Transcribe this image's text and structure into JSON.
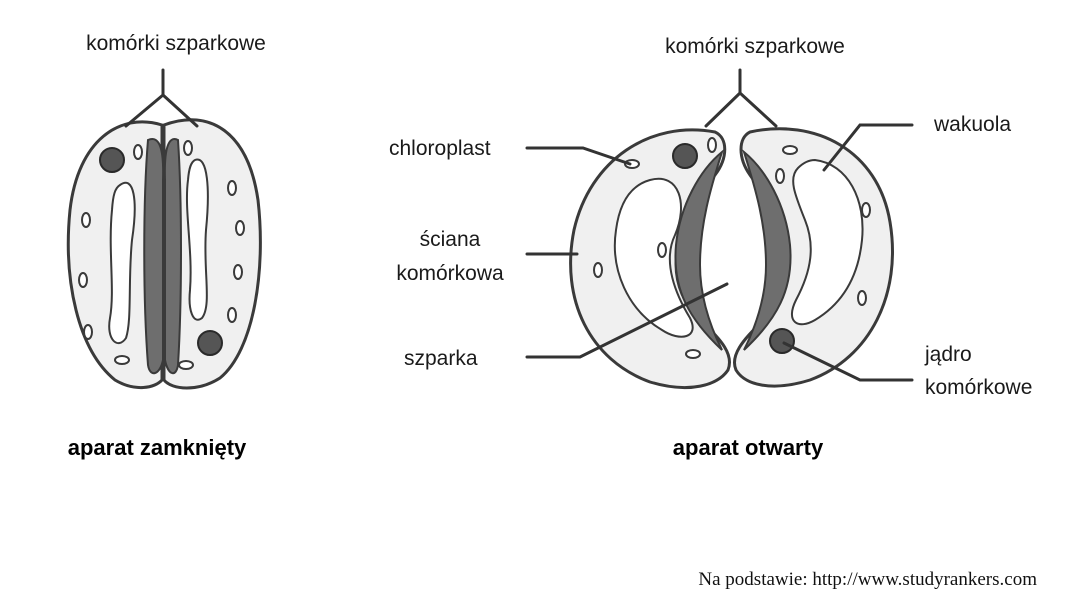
{
  "closed": {
    "label_guard_cells": "komórki szparkowe",
    "caption": "aparat zamknięty"
  },
  "open": {
    "label_guard_cells": "komórki szparkowe",
    "label_chloroplast": "chloroplast",
    "label_wall_line1": "ściana",
    "label_wall_line2": "komórkowa",
    "label_stoma": "szparka",
    "label_vacuole": "wakuola",
    "label_nucleus_line1": "jądro",
    "label_nucleus_line2": "komórkowe",
    "caption": "aparat otwarty"
  },
  "source": "Na podstawie: http://www.studyrankers.com",
  "colors": {
    "cell_fill": "#f0f0f0",
    "cell_wall": "#6e6e6e",
    "nucleus": "#555555",
    "outline": "#3a3a3a"
  }
}
